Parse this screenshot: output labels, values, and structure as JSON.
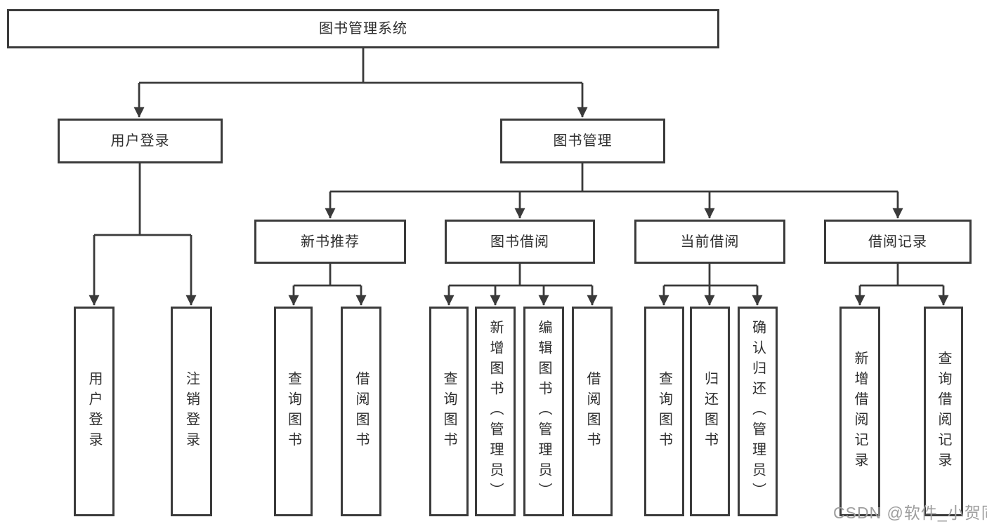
{
  "diagram": {
    "title": "图书管理系统",
    "tree": {
      "root": {
        "label": "图书管理系统",
        "children": [
          {
            "label": "用户登录",
            "children": [
              {
                "label": "用户登录"
              },
              {
                "label": "注销登录"
              }
            ]
          },
          {
            "label": "图书管理",
            "children": [
              {
                "label": "新书推荐",
                "children": [
                  {
                    "label": "查询图书"
                  },
                  {
                    "label": "借阅图书"
                  }
                ]
              },
              {
                "label": "图书借阅",
                "children": [
                  {
                    "label": "查询图书"
                  },
                  {
                    "label": "新增图书（管理员）"
                  },
                  {
                    "label": "编辑图书（管理员）"
                  },
                  {
                    "label": "借阅图书"
                  }
                ]
              },
              {
                "label": "当前借阅",
                "children": [
                  {
                    "label": "查询图书"
                  },
                  {
                    "label": "归还图书"
                  },
                  {
                    "label": "确认归还（管理员）"
                  }
                ]
              },
              {
                "label": "借阅记录",
                "children": [
                  {
                    "label": "新增借阅记录"
                  },
                  {
                    "label": "查询借阅记录"
                  }
                ]
              }
            ]
          }
        ]
      }
    },
    "line_color": "#3a3a3a"
  },
  "watermark": {
    "text": "CSDN @软件_小贺同学"
  }
}
